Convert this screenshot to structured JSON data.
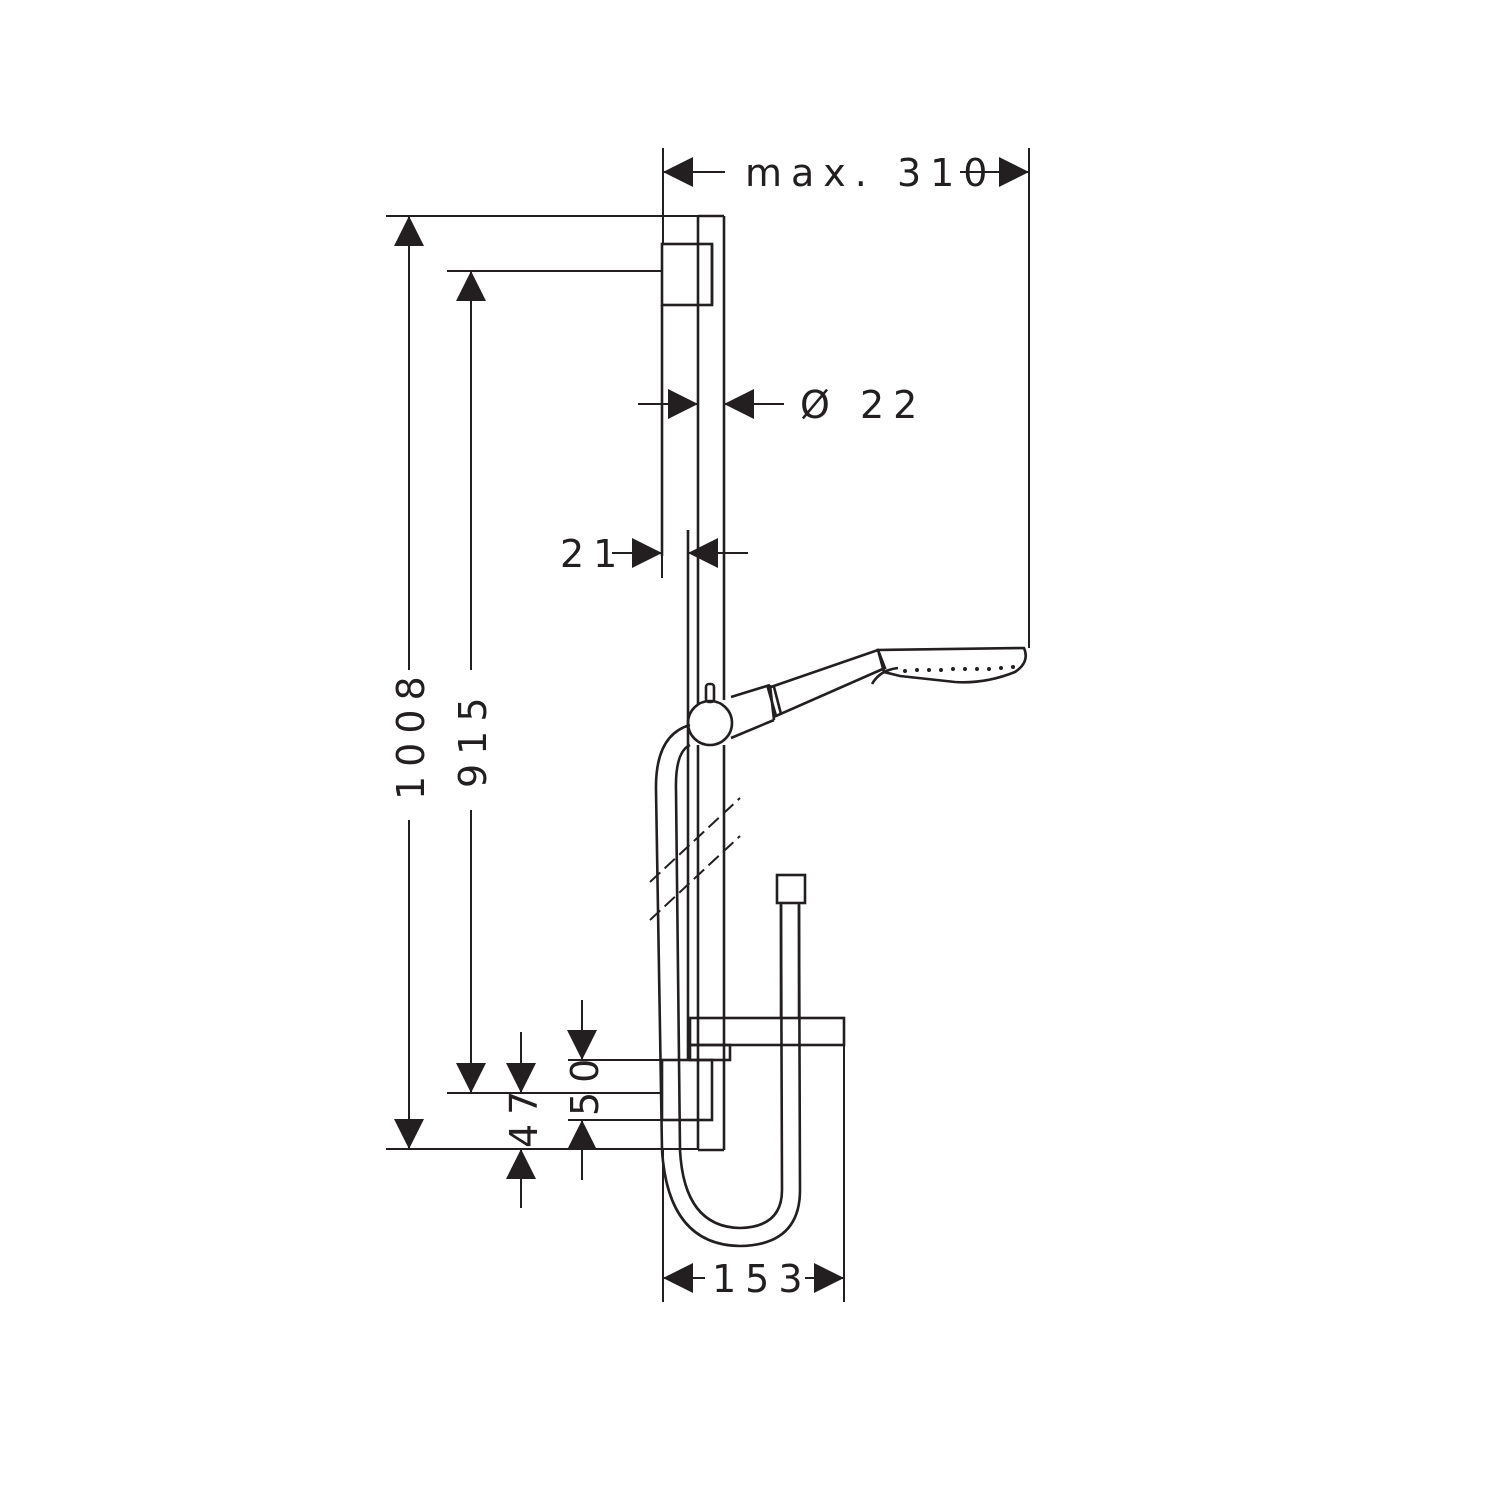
{
  "drawing": {
    "ink_color": "#231f20",
    "background": "#ffffff"
  },
  "dimensions": {
    "max_reach": "max. 310",
    "rail_diameter": "Ø 22",
    "wall_offset": "21",
    "total_height": "1008",
    "bracket_spacing": "915",
    "height_50": "50",
    "height_47": "47",
    "soap_dish_width": "153"
  }
}
